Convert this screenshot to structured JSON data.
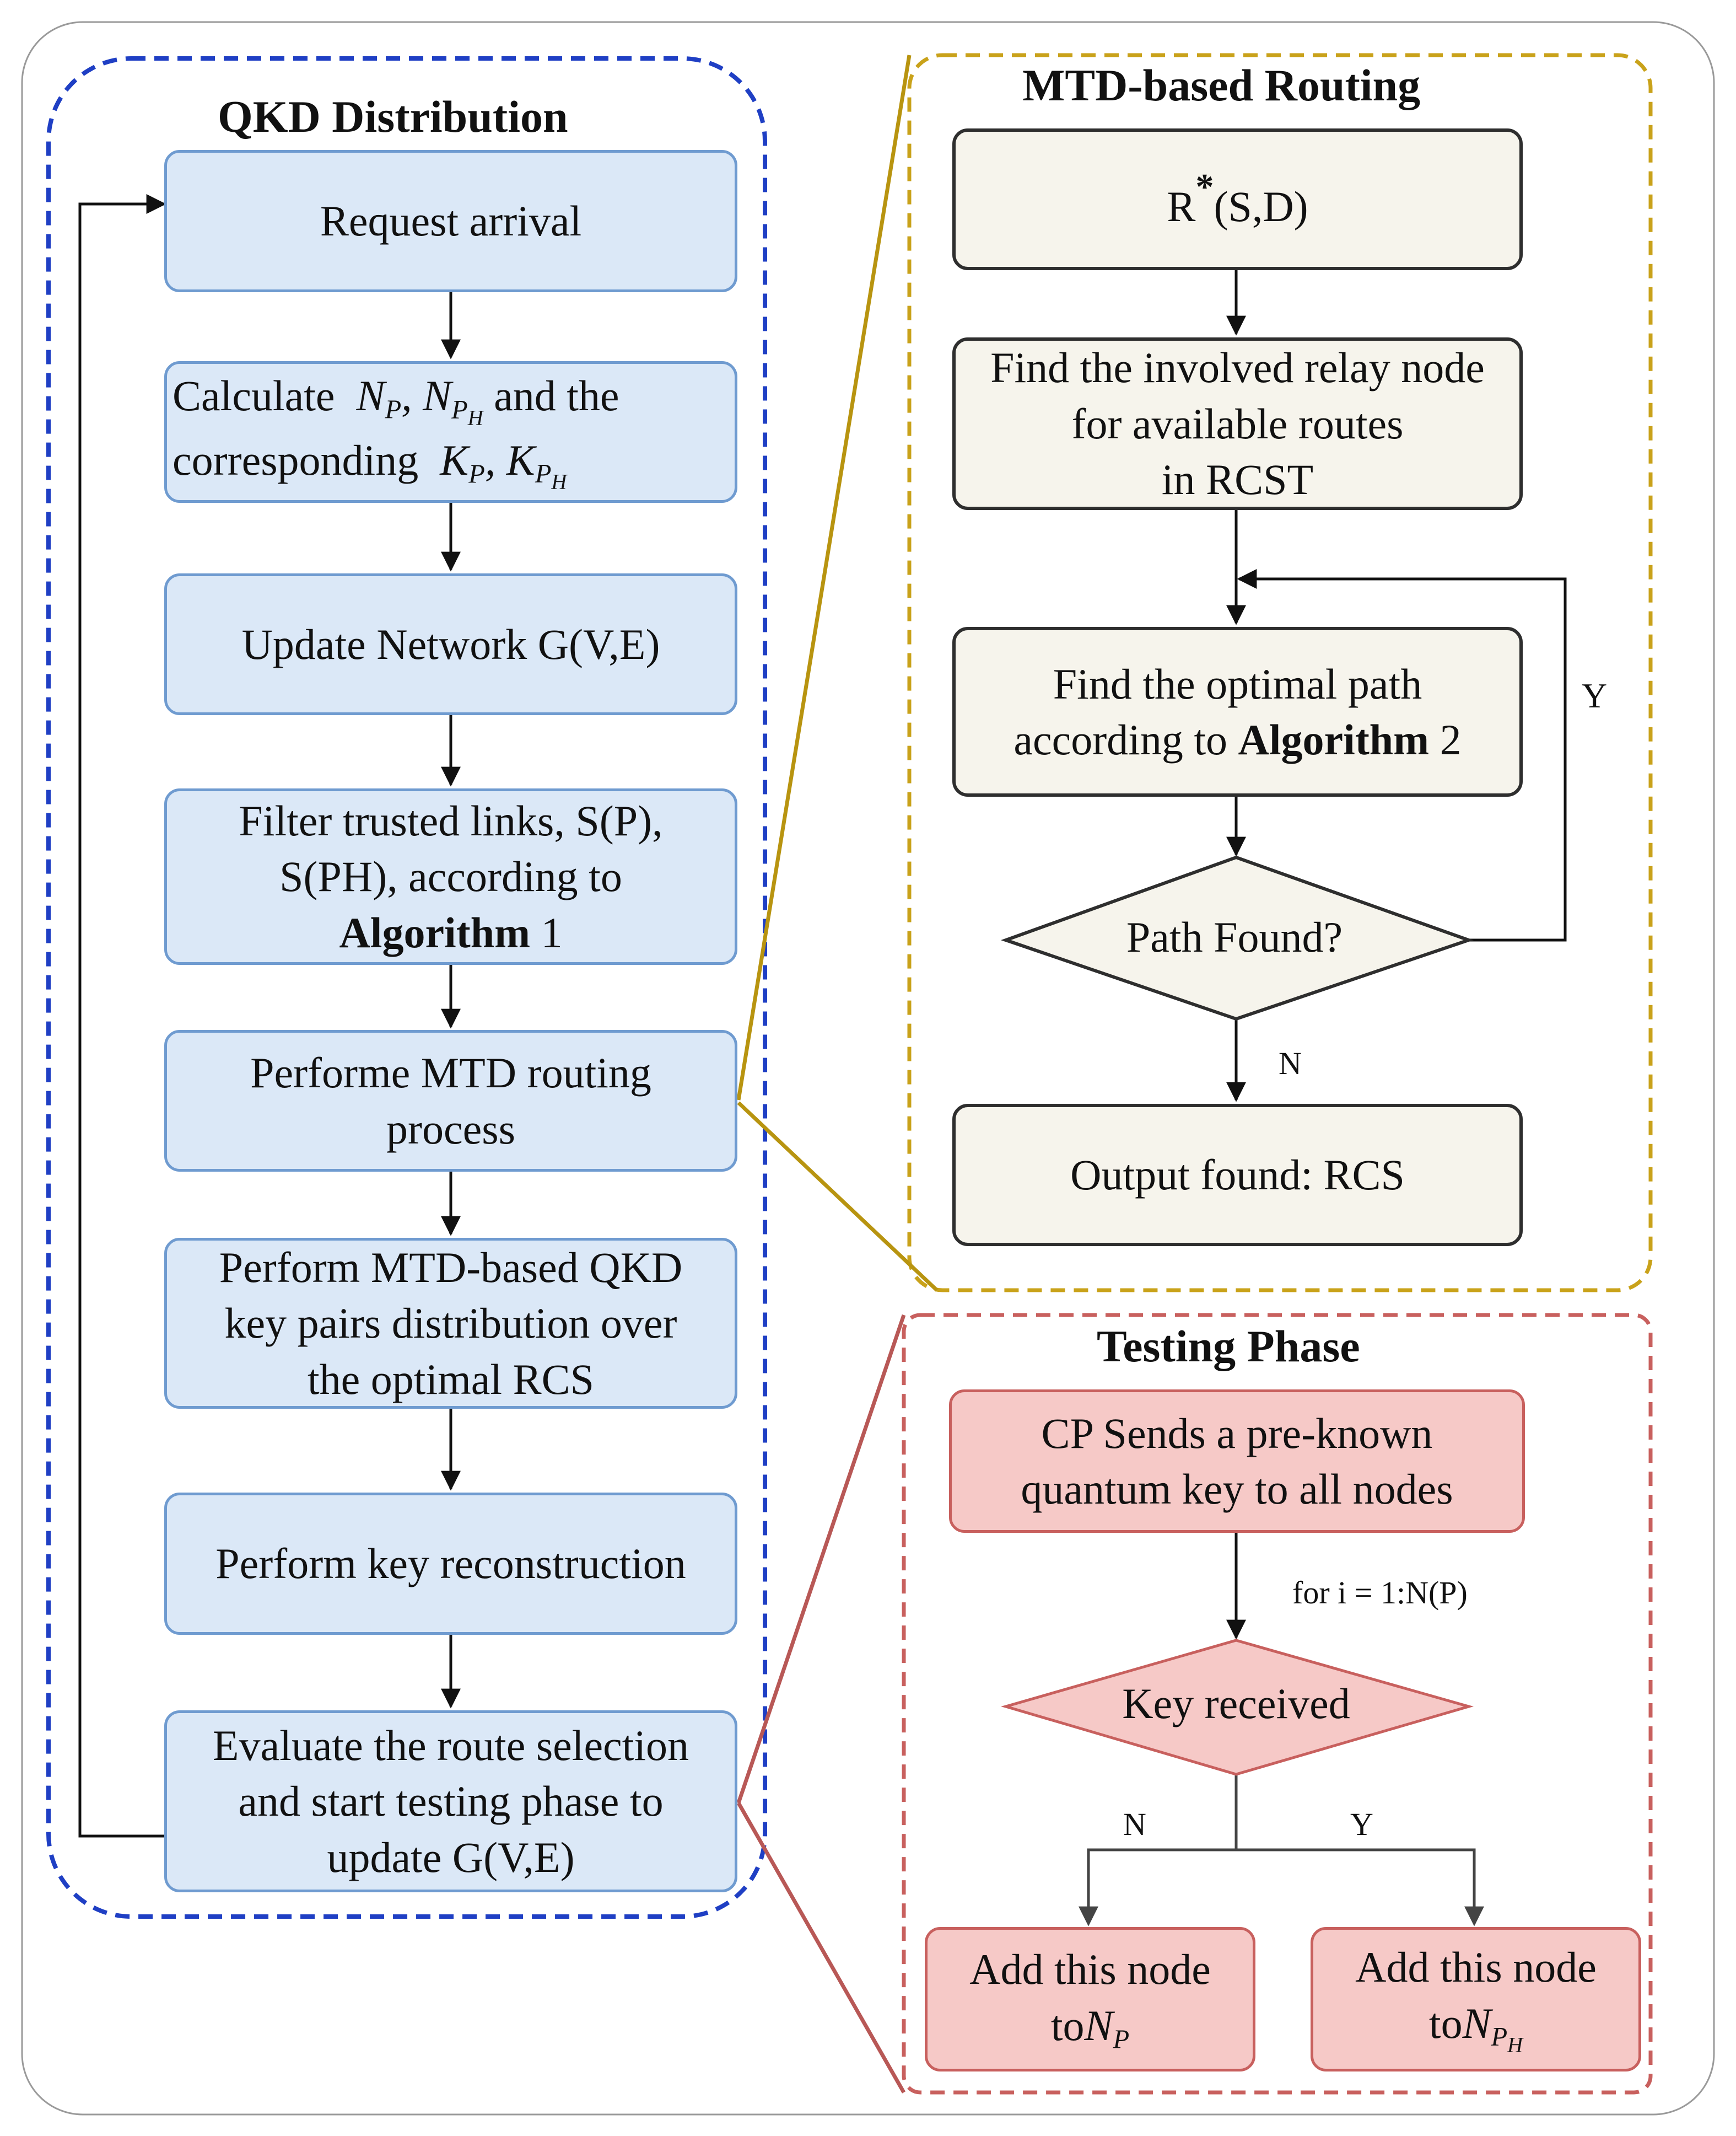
{
  "panels": {
    "qkd_title": "QKD Distribution",
    "mtd_title": "MTD-based Routing",
    "testing_title": "Testing Phase"
  },
  "qkd": {
    "request": "Request arrival",
    "calc_l1a": "Calculate",
    "calc_np": "N",
    "calc_np_sub": "P",
    "calc_nph": "N",
    "calc_nph_sub": "P",
    "calc_nph_subsub": "H",
    "calc_l1b": "and the",
    "calc_l2a": "corresponding",
    "calc_kp": "K",
    "calc_kp_sub": "P",
    "calc_kph": "K",
    "calc_kph_sub": "P",
    "calc_kph_subsub": "H",
    "update": "Update Network G(V,E)",
    "filter_l1": "Filter trusted links, S(P),",
    "filter_l2": "S(PH), according to",
    "filter_l3_bold": "Algorithm",
    "filter_l3_num": "1",
    "perform_l1": "Performe MTD routing",
    "perform_l2": "process",
    "dist_l1": "Perform MTD-based QKD",
    "dist_l2": "key pairs distribution over",
    "dist_l3": "the optimal RCS",
    "recon": "Perform key reconstruction",
    "eval_l1": "Evaluate the route selection",
    "eval_l2": "and start testing phase to",
    "eval_l3": "update G(V,E)"
  },
  "mtd": {
    "r_star": "R",
    "star": "*",
    "sd": "(S,D)",
    "find_relay_l1": "Find the involved relay node",
    "find_relay_l2": "for available routes",
    "find_relay_l3": "in RCST",
    "optimal_l1": "Find the optimal path",
    "optimal_l2a": "according to",
    "optimal_l2_bold": "Algorithm",
    "optimal_l2_num": "2",
    "decision": "Path Found?",
    "yes": "Y",
    "no": "N",
    "output": "Output found: RCS"
  },
  "testing": {
    "cp_l1": "CP Sends a pre-known",
    "cp_l2": "quantum key to all nodes",
    "loop": "for i = 1:N(P)",
    "decision": "Key received",
    "no": "N",
    "yes": "Y",
    "add_np_l1": "Add this node",
    "add_np_l2": "to",
    "np": "N",
    "np_sub": "P",
    "add_nph_l1": "Add this node",
    "add_nph_l2": "to",
    "nph": "N",
    "nph_sub": "P",
    "nph_subsub": "H"
  },
  "colors": {
    "qkd_border": "#1f3fc4",
    "mtd_border": "#c9a21a",
    "testing_border": "#c8605e",
    "blue_fill": "#dbe8f7",
    "beige_fill": "#f6f4ec",
    "red_fill": "#f6c9c7"
  }
}
